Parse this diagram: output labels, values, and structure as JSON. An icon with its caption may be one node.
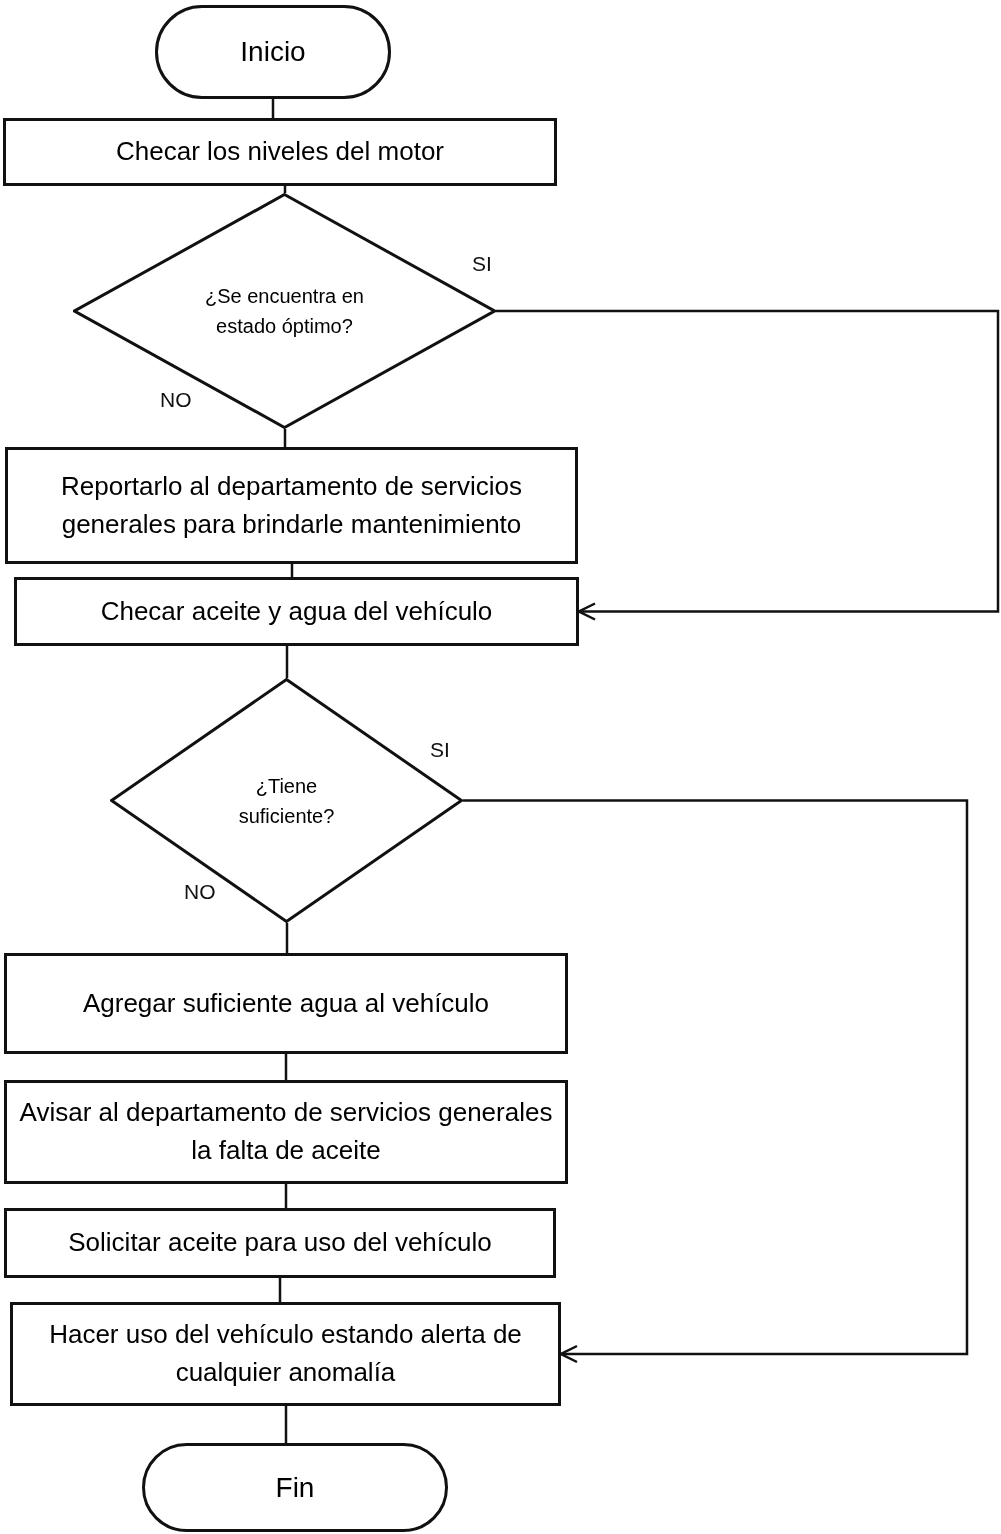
{
  "diagram": {
    "nodes": [
      {
        "text": [
          "Inicio"
        ]
      },
      {
        "text": [
          "Checar los niveles del motor"
        ]
      },
      {
        "text": [
          "¿Se encuentra en estado óptimo?"
        ]
      },
      {
        "text": [
          "Reportarlo al departamento de servicios generales para brindarle mantenimiento"
        ]
      },
      {
        "text": [
          "Checar aceite y agua del vehículo"
        ]
      },
      {
        "text": [
          "¿Tiene suficiente?"
        ]
      },
      {
        "text": [
          "Agregar suficiente agua al vehículo"
        ]
      },
      {
        "text": [
          "Avisar al departamento de servicios generales la falta de aceite"
        ]
      },
      {
        "text": [
          "Solicitar aceite para uso del vehículo"
        ]
      },
      {
        "text": [
          "Hacer uso del vehículo estando alerta de cualquier anomalía"
        ]
      },
      {
        "text": [
          "Fin"
        ]
      }
    ],
    "edges": [
      {
        "from": 0,
        "to": 1,
        "arrow": "none"
      },
      {
        "from": 1,
        "to": 2,
        "arrow": "none"
      },
      {
        "from": 2,
        "to": 3,
        "arrow": "none",
        "label": "NO"
      },
      {
        "from": 2,
        "to": 4,
        "arrow": "to",
        "label": "SI"
      },
      {
        "from": 3,
        "to": 4,
        "arrow": "none"
      },
      {
        "from": 4,
        "to": 5,
        "arrow": "none"
      },
      {
        "from": 5,
        "to": 6,
        "arrow": "none",
        "label": "NO"
      },
      {
        "from": 5,
        "to": 9,
        "arrow": "to",
        "label": "SI"
      },
      {
        "from": 6,
        "to": 7,
        "arrow": "none"
      },
      {
        "from": 7,
        "to": 8,
        "arrow": "none"
      },
      {
        "from": 8,
        "to": 9,
        "arrow": "none"
      },
      {
        "from": 9,
        "to": 10,
        "arrow": "none"
      }
    ]
  }
}
